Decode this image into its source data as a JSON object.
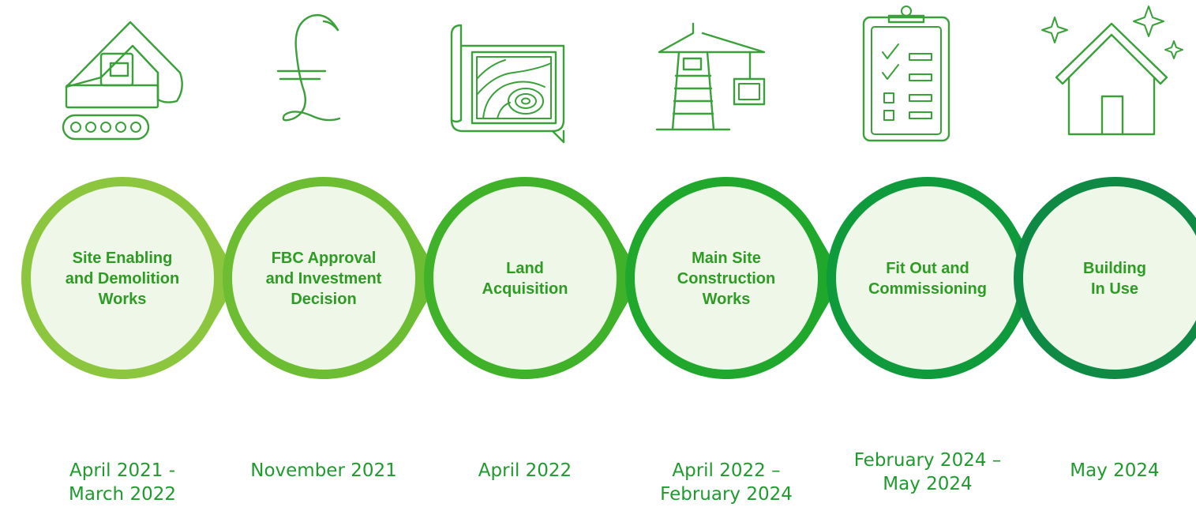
{
  "colors": {
    "icon": "#3aa03a",
    "date_text": "#1f9a2e",
    "label_text": "#2e9b24",
    "circle_fill": "#eef7e8",
    "stage_colors": [
      "#8cc63f",
      "#6cbd32",
      "#3fb22a",
      "#1fa82c",
      "#0f9a3c",
      "#0e8a45"
    ]
  },
  "stages": [
    {
      "icon": "excavator-icon",
      "label_lines": [
        "Site Enabling",
        "and Demolition",
        "Works"
      ],
      "date_lines": [
        "April 2021 -",
        "March 2022"
      ]
    },
    {
      "icon": "pound-sign-icon",
      "label_lines": [
        "FBC Approval",
        "and Investment",
        "Decision"
      ],
      "date_lines": [
        "November 2021"
      ]
    },
    {
      "icon": "site-plan-icon",
      "label_lines": [
        "Land",
        "Acquisition"
      ],
      "date_lines": [
        "April 2022"
      ]
    },
    {
      "icon": "crane-icon",
      "label_lines": [
        "Main Site",
        "Construction",
        "Works"
      ],
      "date_lines": [
        "April 2022 –",
        "February 2024"
      ]
    },
    {
      "icon": "checklist-clipboard-icon",
      "label_lines": [
        "Fit Out and",
        "Commissioning"
      ],
      "date_lines": [
        "February 2024 –",
        "May 2024"
      ]
    },
    {
      "icon": "sparkling-house-icon",
      "label_lines": [
        "Building",
        "In Use"
      ],
      "date_lines": [
        "May 2024"
      ]
    }
  ]
}
